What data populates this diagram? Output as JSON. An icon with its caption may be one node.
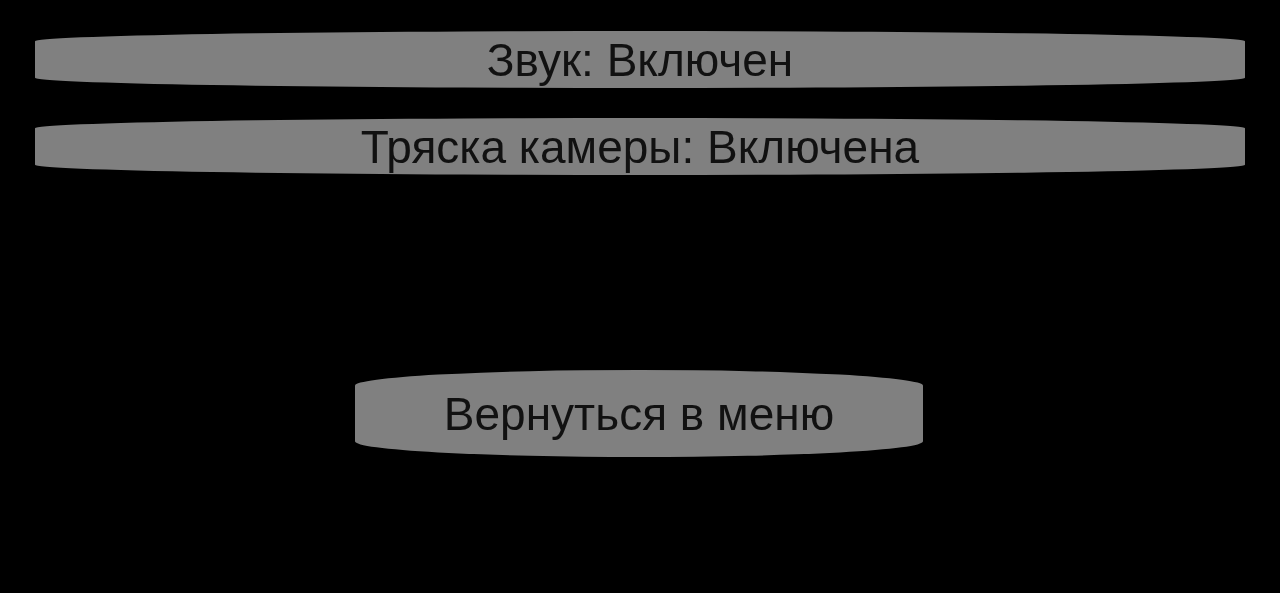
{
  "diagram": {
    "nodes": [
      {
        "text": [
          "Звук: Включен"
        ]
      },
      {
        "text": [
          "Тряска камеры: Включена"
        ]
      },
      {
        "text": [
          "Вернуться в меню"
        ]
      }
    ]
  }
}
